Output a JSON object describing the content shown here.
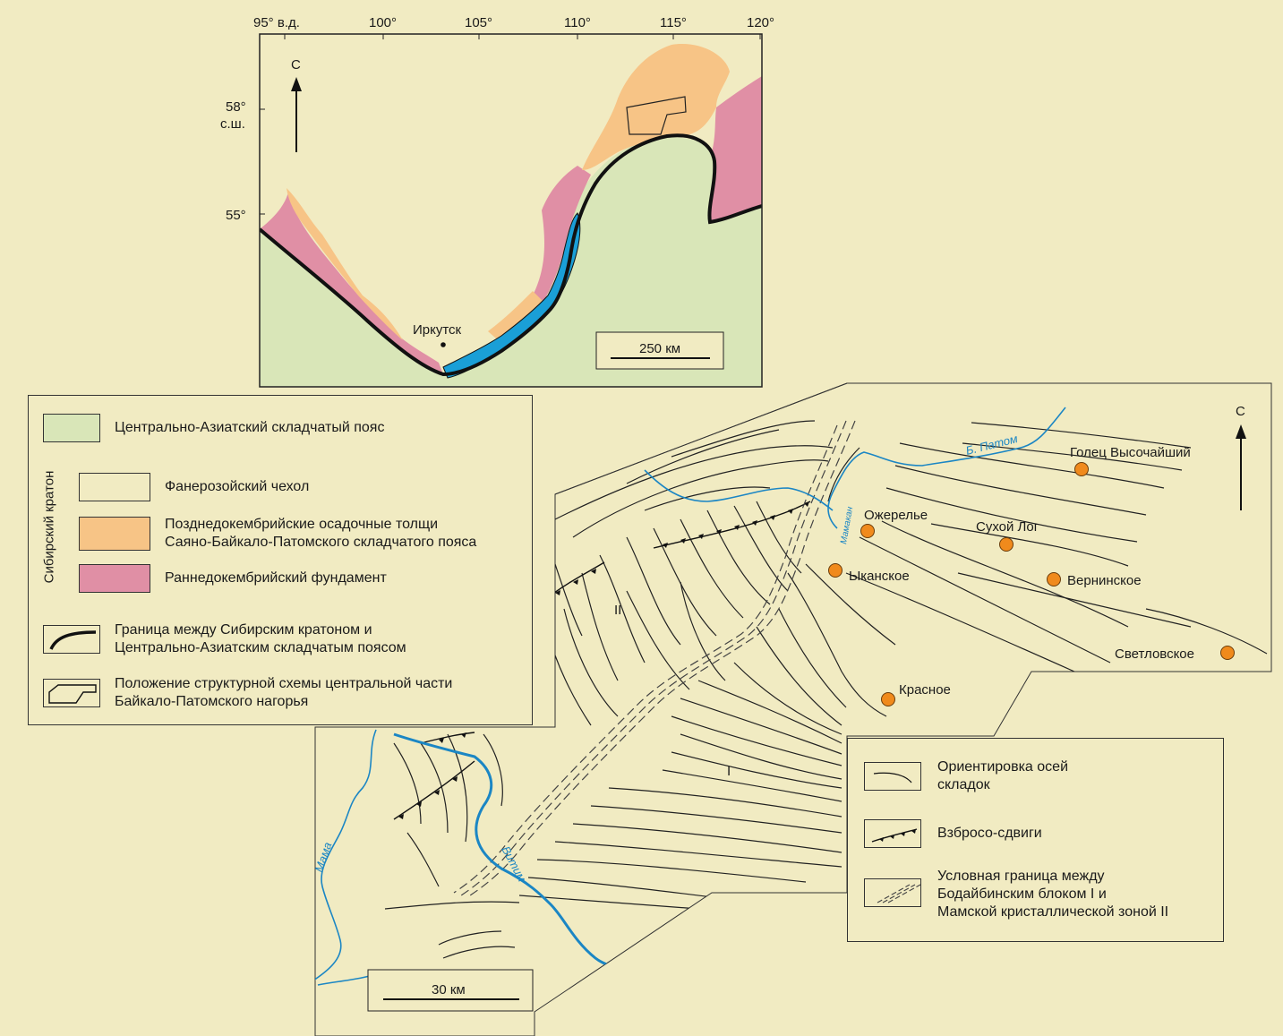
{
  "top_map": {
    "lon_ticks": [
      "95° в.д.",
      "100°",
      "105°",
      "110°",
      "115°",
      "120°"
    ],
    "lat_ticks": {
      "lat58": "58°",
      "lat58_suffix": "с.ш.",
      "lat55": "55°"
    },
    "north": "С",
    "city": "Иркутск",
    "scale": "250 км",
    "colors": {
      "belt": "#d9e6b8",
      "cover": "#f1ebc2",
      "sediment": "#f7c486",
      "basement": "#e08fa5",
      "lake": "#1a9fd7"
    }
  },
  "legend": {
    "craton_group": "Сибирский кратон",
    "items": [
      {
        "label": "Центрально-Азиатский складчатый пояс",
        "color": "#d9e6b8"
      },
      {
        "label": "Фанерозойский чехол",
        "color": "#f1ebc2"
      },
      {
        "label": "Позднедокембрийские осадочные толщи Саяно-Байкало-Патомского складчатого пояса",
        "line1": "Позднедокембрийские осадочные толщи",
        "line2": "Саяно-Байкало-Патомского складчатого пояса",
        "color": "#f7c486"
      },
      {
        "label": "Раннедокембрийский фундамент",
        "color": "#e08fa5"
      }
    ],
    "boundary": {
      "line1": "Граница между Сибирским кратоном и",
      "line2": "Центрально-Азиатским складчатым поясом"
    },
    "scheme": {
      "line1": "Положение структурной схемы центральной части",
      "line2": "Байкало-Патомского нагорья"
    }
  },
  "detail_map": {
    "north": "С",
    "rivers": {
      "patom": "Б. Патом",
      "vitim": "Витим",
      "mama": "Мама",
      "mamakan": "Мамакан"
    },
    "blocks": {
      "zone2": "II",
      "block1": "I"
    },
    "deposits": [
      {
        "name": "Голец Высочайший"
      },
      {
        "name": "Ожерелье"
      },
      {
        "name": "Сухой Лог"
      },
      {
        "name": "Ыканское"
      },
      {
        "name": "Вернинское"
      },
      {
        "name": "Светловское"
      },
      {
        "name": "Красное"
      }
    ],
    "scale": "30 км",
    "deposit_color": "#f08a1c",
    "river_color": "#1b86c4"
  },
  "detail_legend": {
    "folds": {
      "line1": "Ориентировка осей",
      "line2": "складок"
    },
    "thrusts": "Взбросо-сдвиги",
    "border": {
      "line1": "Условная граница между",
      "line2": "Бодайбинским блоком I и",
      "line3": "Мамской кристаллической зоной II"
    }
  }
}
